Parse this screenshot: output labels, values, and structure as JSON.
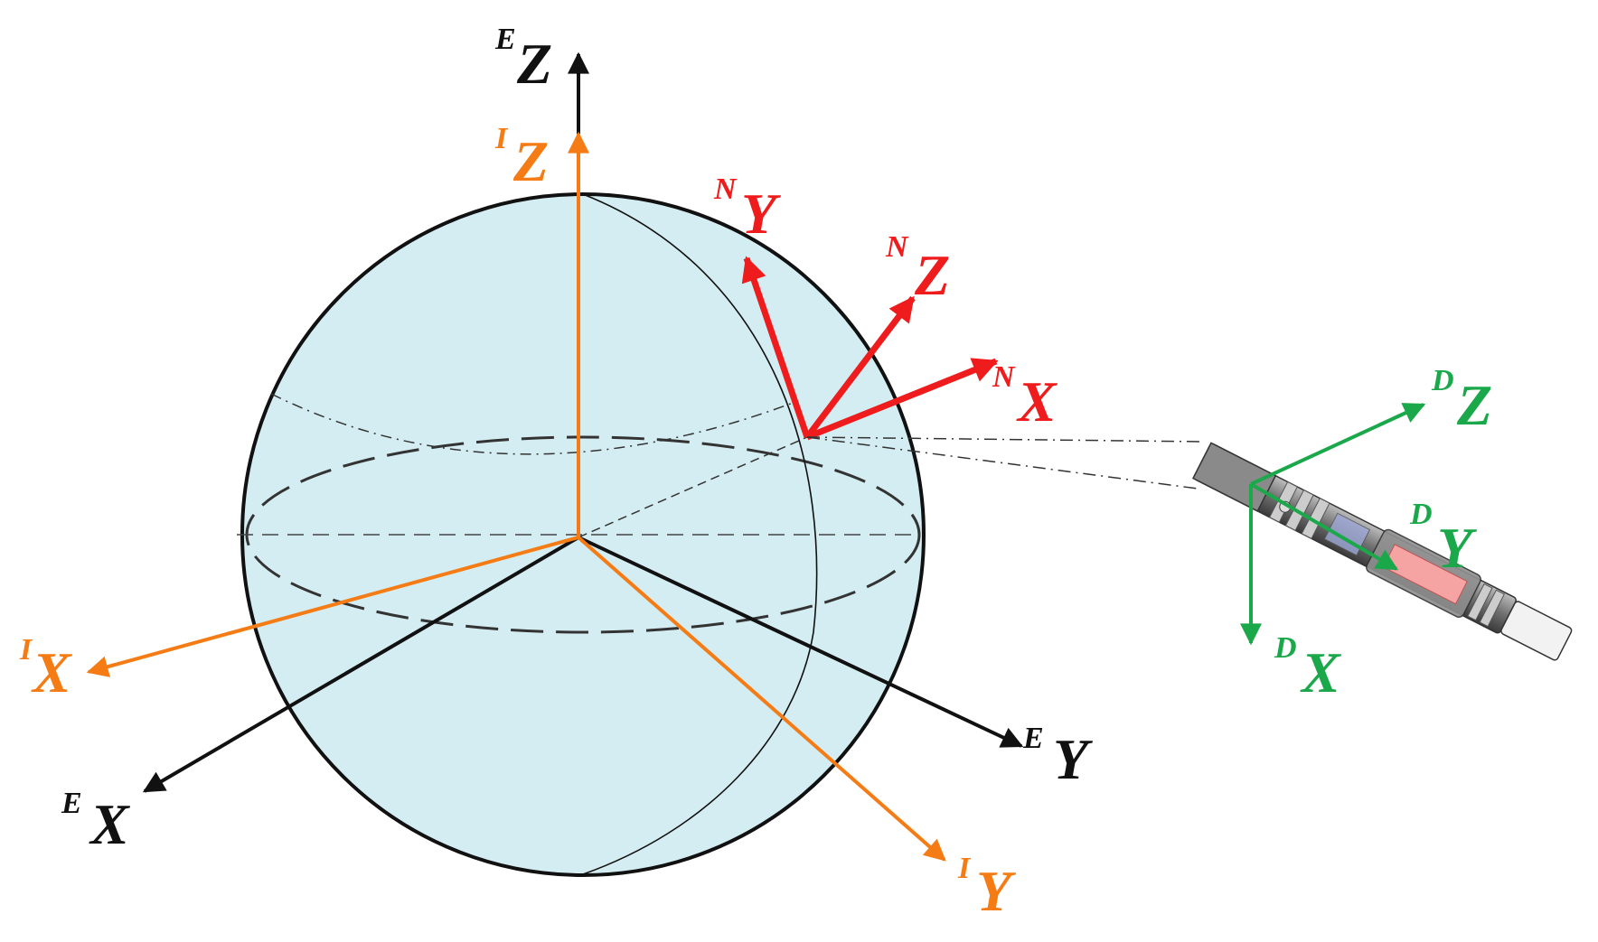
{
  "colors": {
    "earth": "#111111",
    "inertial": "#f57c14",
    "navigation": "#ee1c1c",
    "device": "#1aa84a",
    "sphere_fill": "#d4edf2"
  },
  "labels": {
    "earth": {
      "frame": "E",
      "x": "X",
      "y": "Y",
      "z": "Z"
    },
    "inertial": {
      "frame": "I",
      "x": "X",
      "y": "Y",
      "z": "Z"
    },
    "navigation": {
      "frame": "N",
      "x": "X",
      "y": "Y",
      "z": "Z"
    },
    "device": {
      "frame": "D",
      "x": "X",
      "y": "Y",
      "z": "Z"
    }
  }
}
